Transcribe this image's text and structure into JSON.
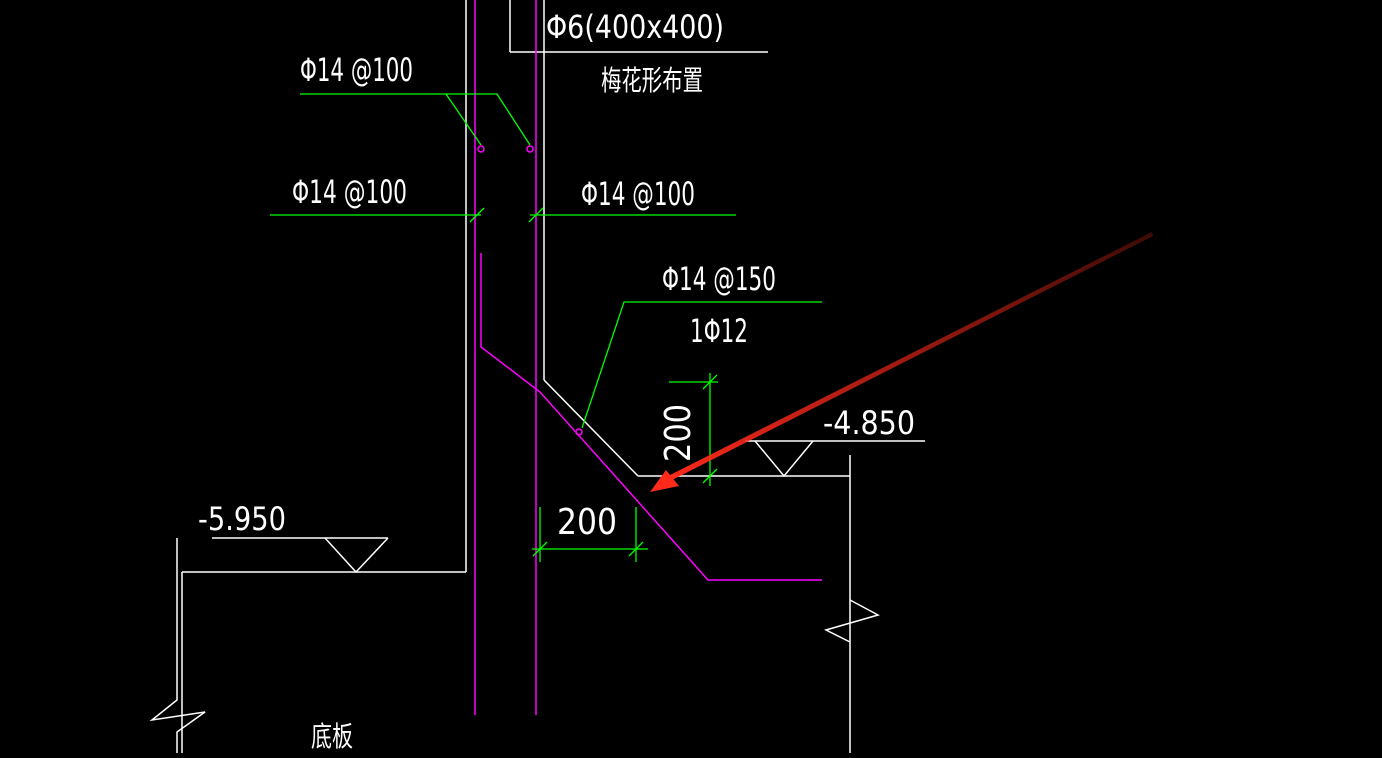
{
  "colors": {
    "background": "#000000",
    "outline": "#ffffff",
    "rebar": "#ff00ff",
    "leader": "#00ff00",
    "arrow": "#ff2a1a"
  },
  "labels": {
    "tie_rebar": "Φ6(400x400)",
    "tie_layout": "梅花形布置",
    "rebar_top": "Φ14 @100",
    "rebar_left": "Φ14 @100",
    "rebar_right": "Φ14 @100",
    "rebar_haunch": "Φ14 @150",
    "rebar_haunch_extra": "1Φ12",
    "dim_vertical": "200",
    "dim_horizontal": "200",
    "elev_right": "-4.850",
    "elev_left": "-5.950",
    "base_slab": "底板"
  }
}
